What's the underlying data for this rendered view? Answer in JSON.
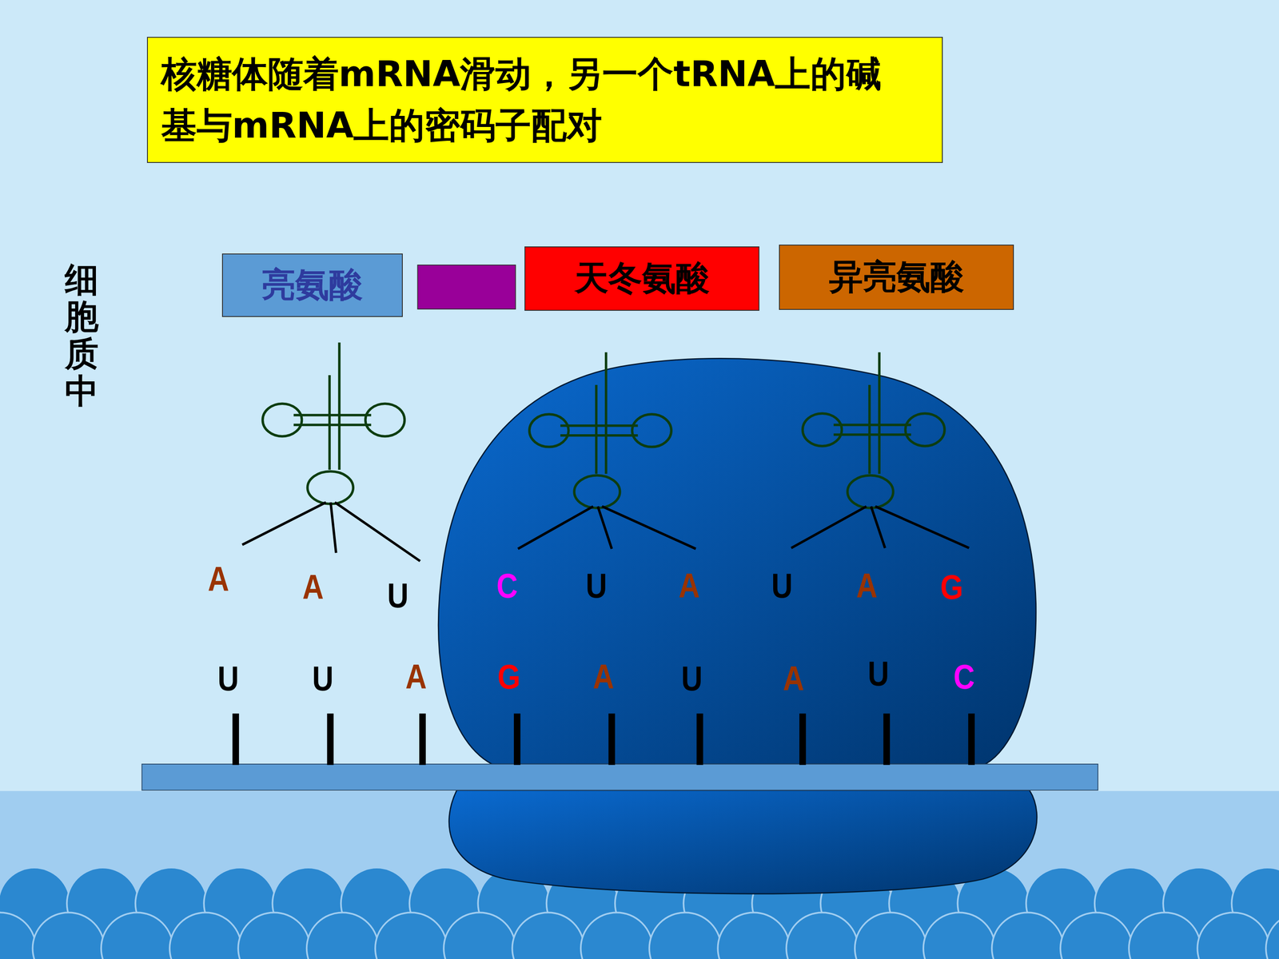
{
  "diagram": {
    "title": "核糖体随着mRNA滑动，另一个tRNA上的碱基与mRNA上的密码子配对",
    "nodes": [
      {
        "text": [
          "亮氨酸"
        ]
      },
      {
        "text": [
          "天冬氨酸"
        ]
      },
      {
        "text": [
          "异亮氨酸"
        ]
      }
    ],
    "labels": [
      "细胞质中",
      "A",
      "A",
      "U",
      "C",
      "U",
      "A",
      "U",
      "A",
      "G",
      "U",
      "U",
      "A",
      "G",
      "A",
      "U",
      "A",
      "U",
      "C"
    ]
  }
}
